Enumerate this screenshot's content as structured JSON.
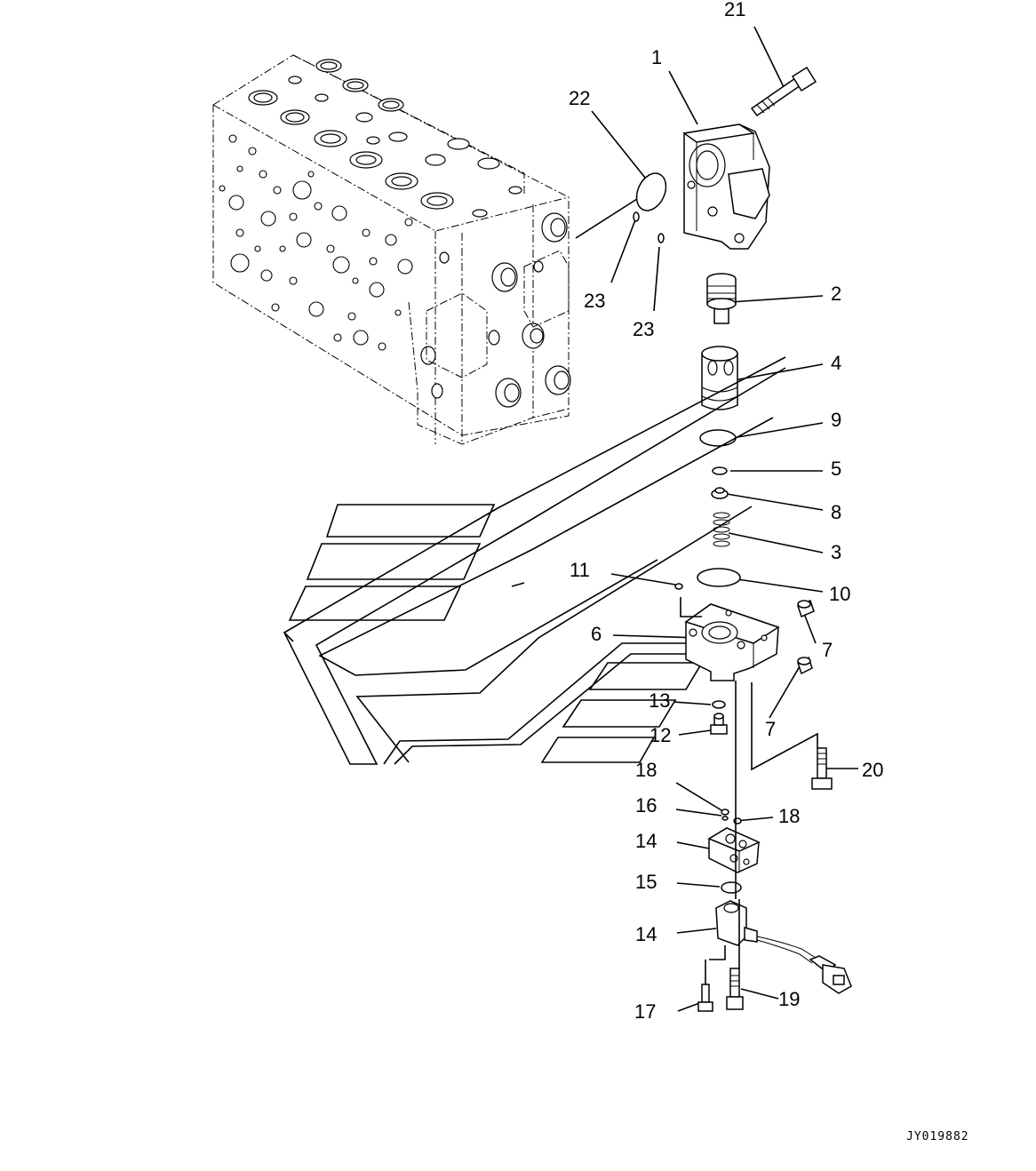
{
  "figure_id": "JY019882",
  "callouts": [
    {
      "id": "c21a",
      "text": "21"
    },
    {
      "id": "c1",
      "text": "1"
    },
    {
      "id": "c22",
      "text": "22"
    },
    {
      "id": "c23a",
      "text": "23"
    },
    {
      "id": "c23b",
      "text": "23"
    },
    {
      "id": "c2",
      "text": "2"
    },
    {
      "id": "c4",
      "text": "4"
    },
    {
      "id": "c9",
      "text": "9"
    },
    {
      "id": "c5",
      "text": "5"
    },
    {
      "id": "c8",
      "text": "8"
    },
    {
      "id": "c3",
      "text": "3"
    },
    {
      "id": "c11",
      "text": "11"
    },
    {
      "id": "c10",
      "text": "10"
    },
    {
      "id": "c6",
      "text": "6"
    },
    {
      "id": "c7a",
      "text": "7"
    },
    {
      "id": "c7b",
      "text": "7"
    },
    {
      "id": "c13",
      "text": "13"
    },
    {
      "id": "c12",
      "text": "12"
    },
    {
      "id": "c20",
      "text": "20"
    },
    {
      "id": "c18a",
      "text": "18"
    },
    {
      "id": "c16",
      "text": "16"
    },
    {
      "id": "c18b",
      "text": "18"
    },
    {
      "id": "c14a",
      "text": "14"
    },
    {
      "id": "c15",
      "text": "15"
    },
    {
      "id": "c14b",
      "text": "14"
    },
    {
      "id": "c17",
      "text": "17"
    },
    {
      "id": "c19",
      "text": "19"
    }
  ]
}
